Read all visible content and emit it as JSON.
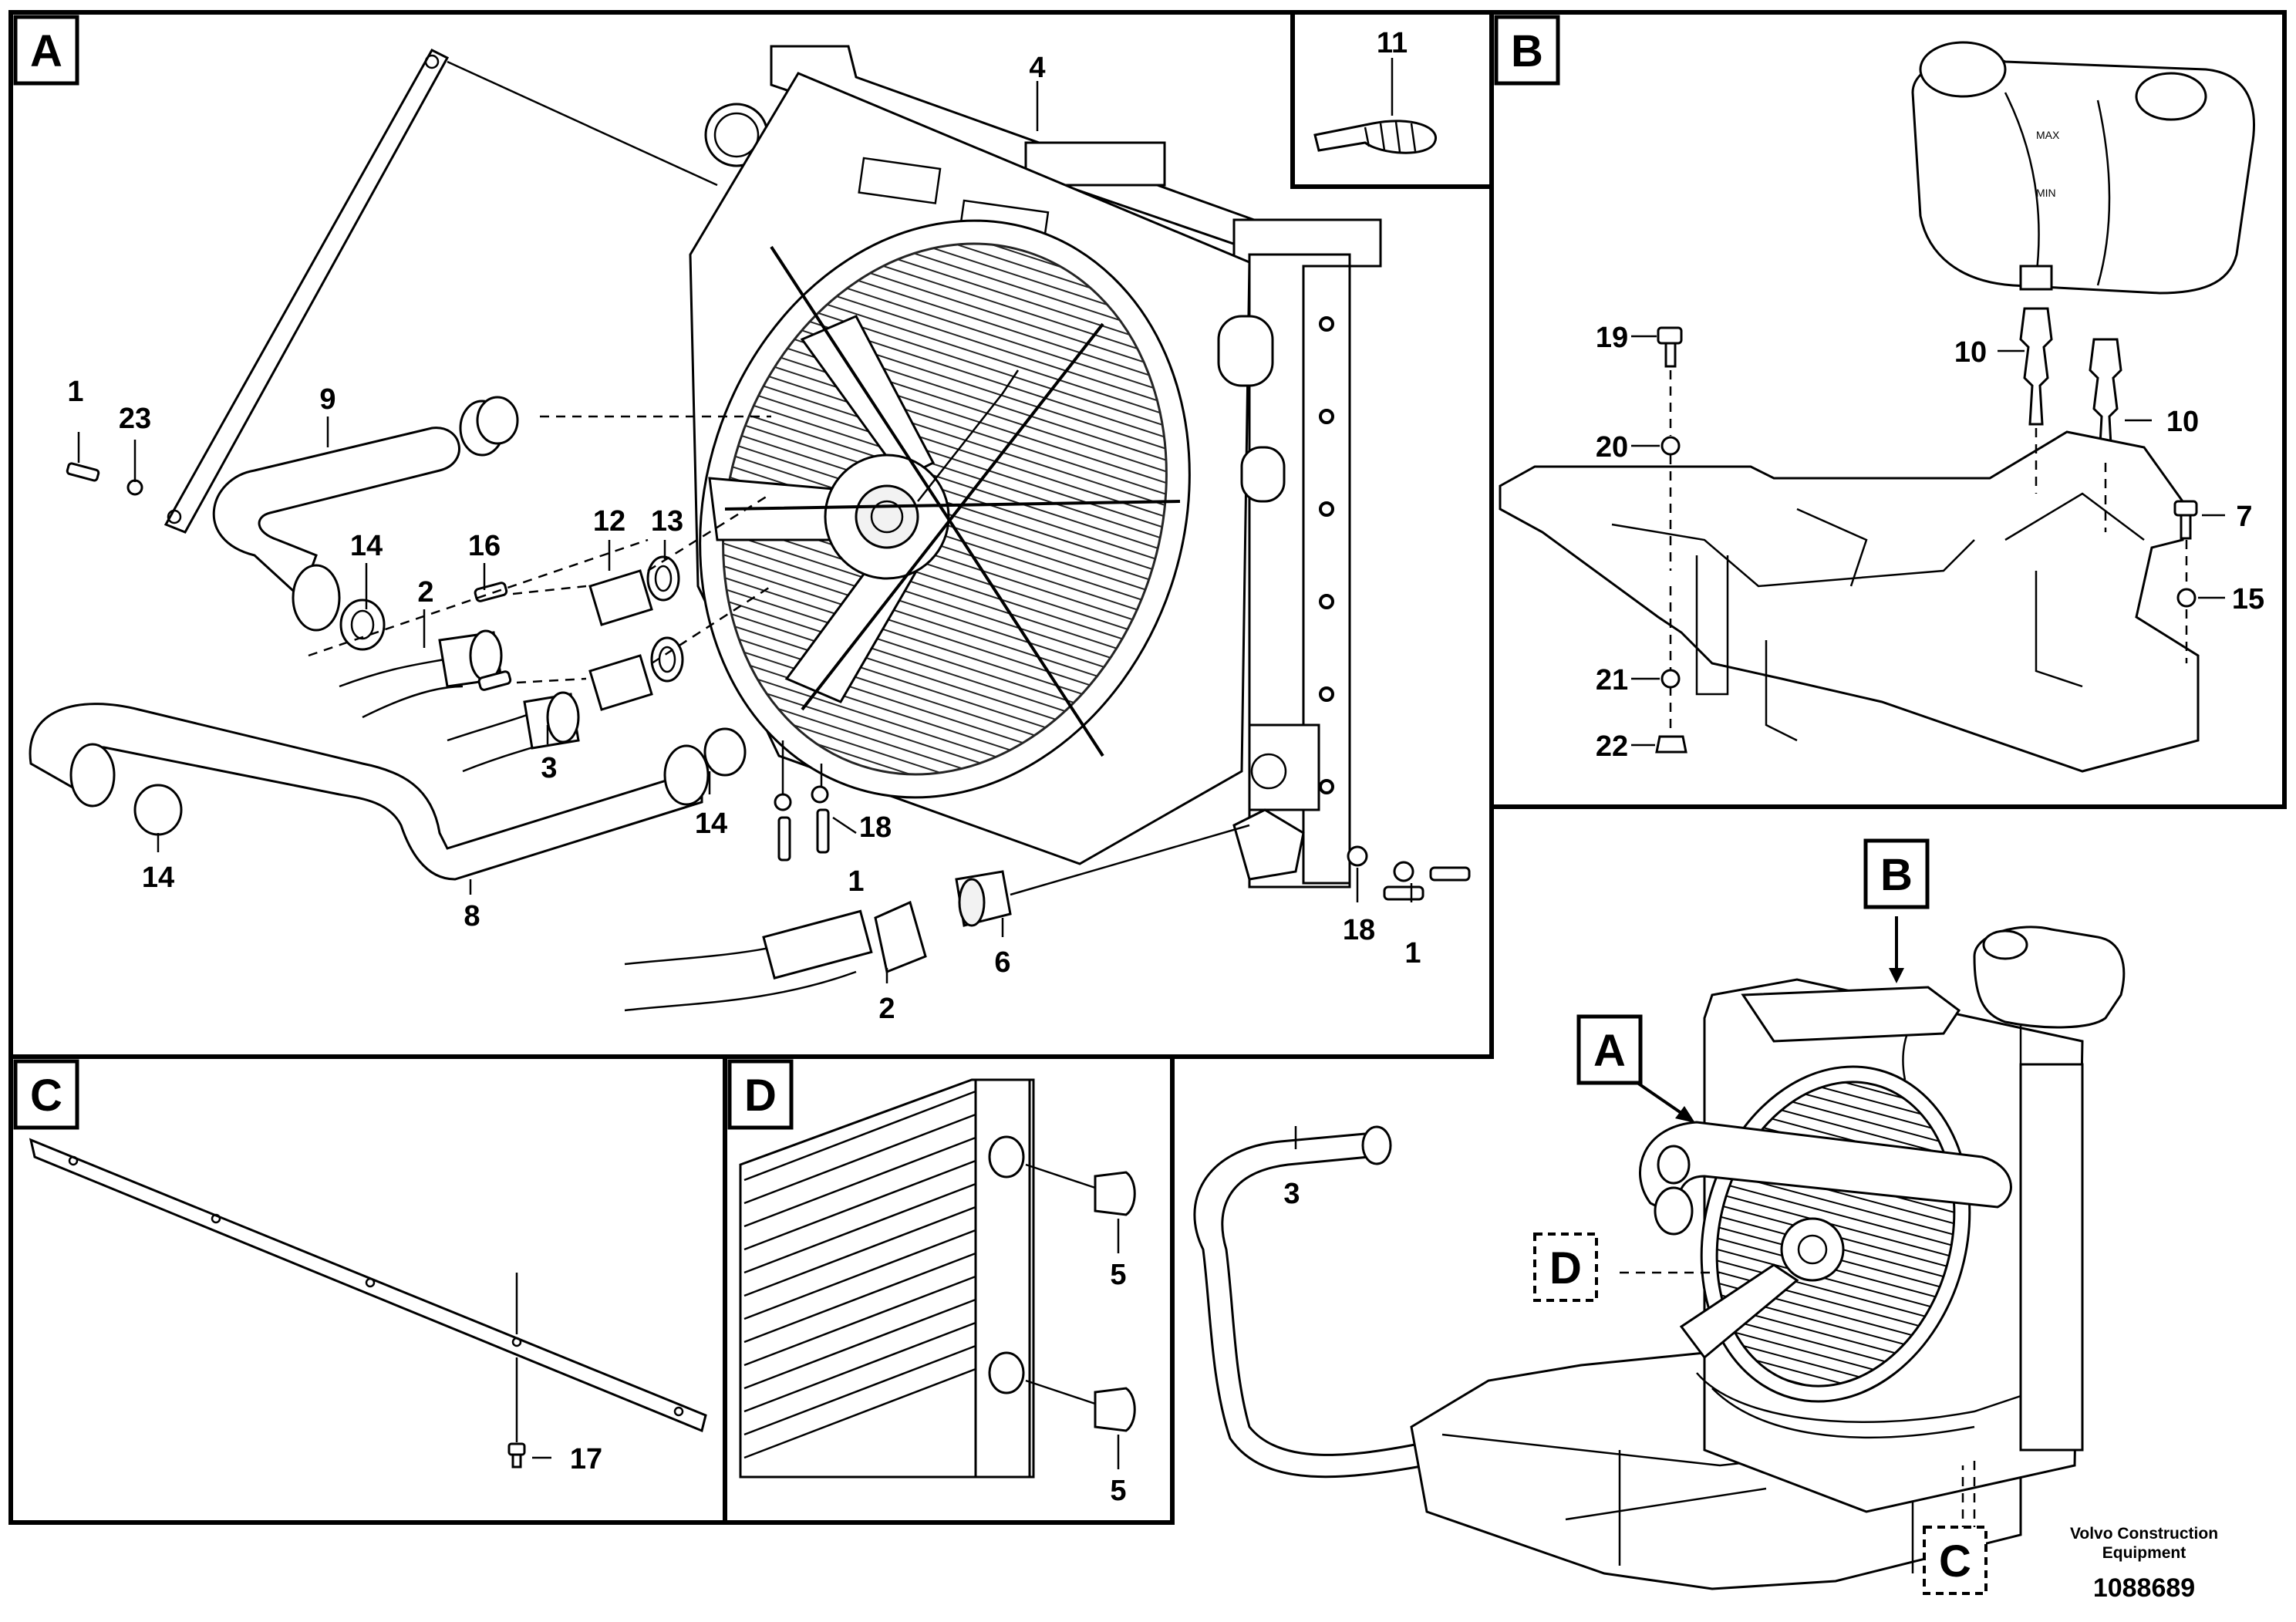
{
  "panels": {
    "A": {
      "tag": "A"
    },
    "B": {
      "tag": "B"
    },
    "C": {
      "tag": "C"
    },
    "D": {
      "tag": "D"
    },
    "overview": {
      "tag_a": "A",
      "tag_b": "B",
      "tag_c": "C",
      "tag_d": "D"
    }
  },
  "callouts": {
    "a_1_left": "1",
    "a_23": "23",
    "a_9": "9",
    "a_14_a": "14",
    "a_16": "16",
    "a_12": "12",
    "a_13": "13",
    "a_2_upper": "2",
    "a_3": "3",
    "a_14_b": "14",
    "a_14_c": "14",
    "a_8": "8",
    "a_18_a": "18",
    "a_1_mid": "1",
    "a_4": "4",
    "a_6": "6",
    "a_2_lower": "2",
    "a_18_b": "18",
    "a_1_right": "1",
    "inset_11": "11",
    "b_19": "19",
    "b_20": "20",
    "b_21": "21",
    "b_22": "22",
    "b_10_a": "10",
    "b_10_b": "10",
    "b_7": "7",
    "b_15": "15",
    "c_17": "17",
    "d_5_a": "5",
    "d_5_b": "5",
    "ov_3": "3"
  },
  "tank_labels": {
    "max": "MAX",
    "min": "MIN"
  },
  "footer": {
    "brand_line1": "Volvo Construction",
    "brand_line2": "Equipment",
    "doc_number": "1088689"
  }
}
